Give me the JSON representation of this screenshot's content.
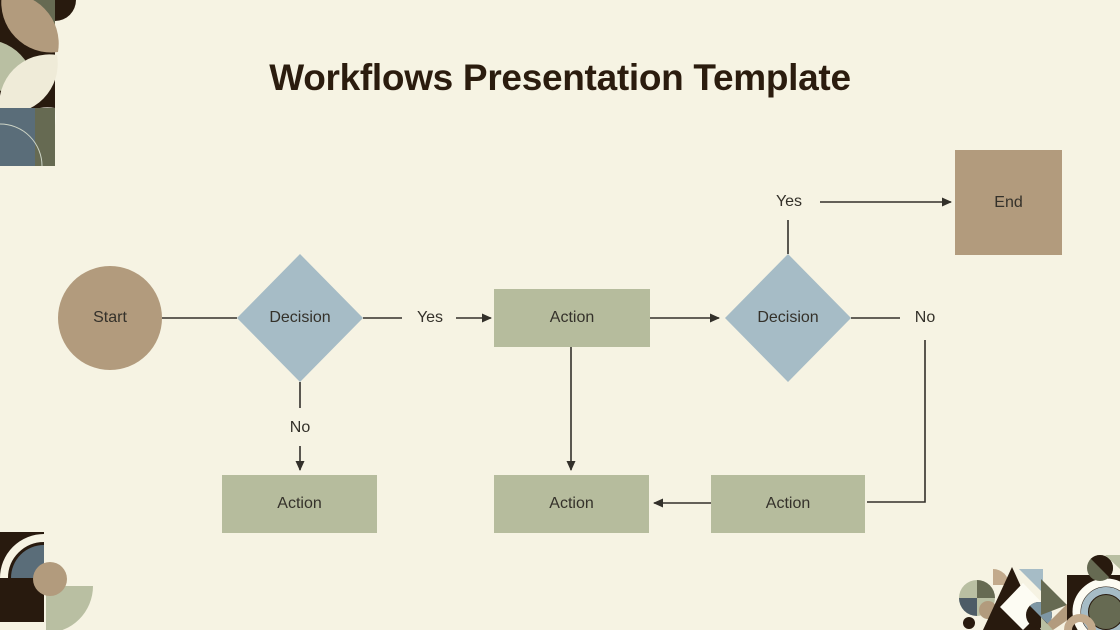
{
  "title": "Workflows Presentation Template",
  "palette": {
    "background": "#f6f3e3",
    "dark_brown": "#281a0e",
    "tan": "#b29b7d",
    "blue_gray": "#a6bcc6",
    "sage": "#b6bc9d",
    "slate": "#5a6d79",
    "olive": "#666a52",
    "cream_shape": "#efebd8",
    "white_shape": "#fdfcf3",
    "line": "#33302a",
    "title_text": "#2b1c0e",
    "node_text": "#34312a"
  },
  "flowchart": {
    "nodes": {
      "start": {
        "label": "Start",
        "shape": "circle"
      },
      "decision1": {
        "label": "Decision",
        "shape": "diamond"
      },
      "action1": {
        "label": "Action",
        "shape": "rectangle"
      },
      "decision2": {
        "label": "Decision",
        "shape": "diamond"
      },
      "end": {
        "label": "End",
        "shape": "rectangle"
      },
      "action2": {
        "label": "Action",
        "shape": "rectangle"
      },
      "action3": {
        "label": "Action",
        "shape": "rectangle"
      },
      "action4": {
        "label": "Action",
        "shape": "rectangle"
      }
    },
    "edge_labels": {
      "yes1": {
        "text": "Yes"
      },
      "no1": {
        "text": "No"
      },
      "yes2": {
        "text": "Yes"
      },
      "no2": {
        "text": "No"
      }
    }
  }
}
